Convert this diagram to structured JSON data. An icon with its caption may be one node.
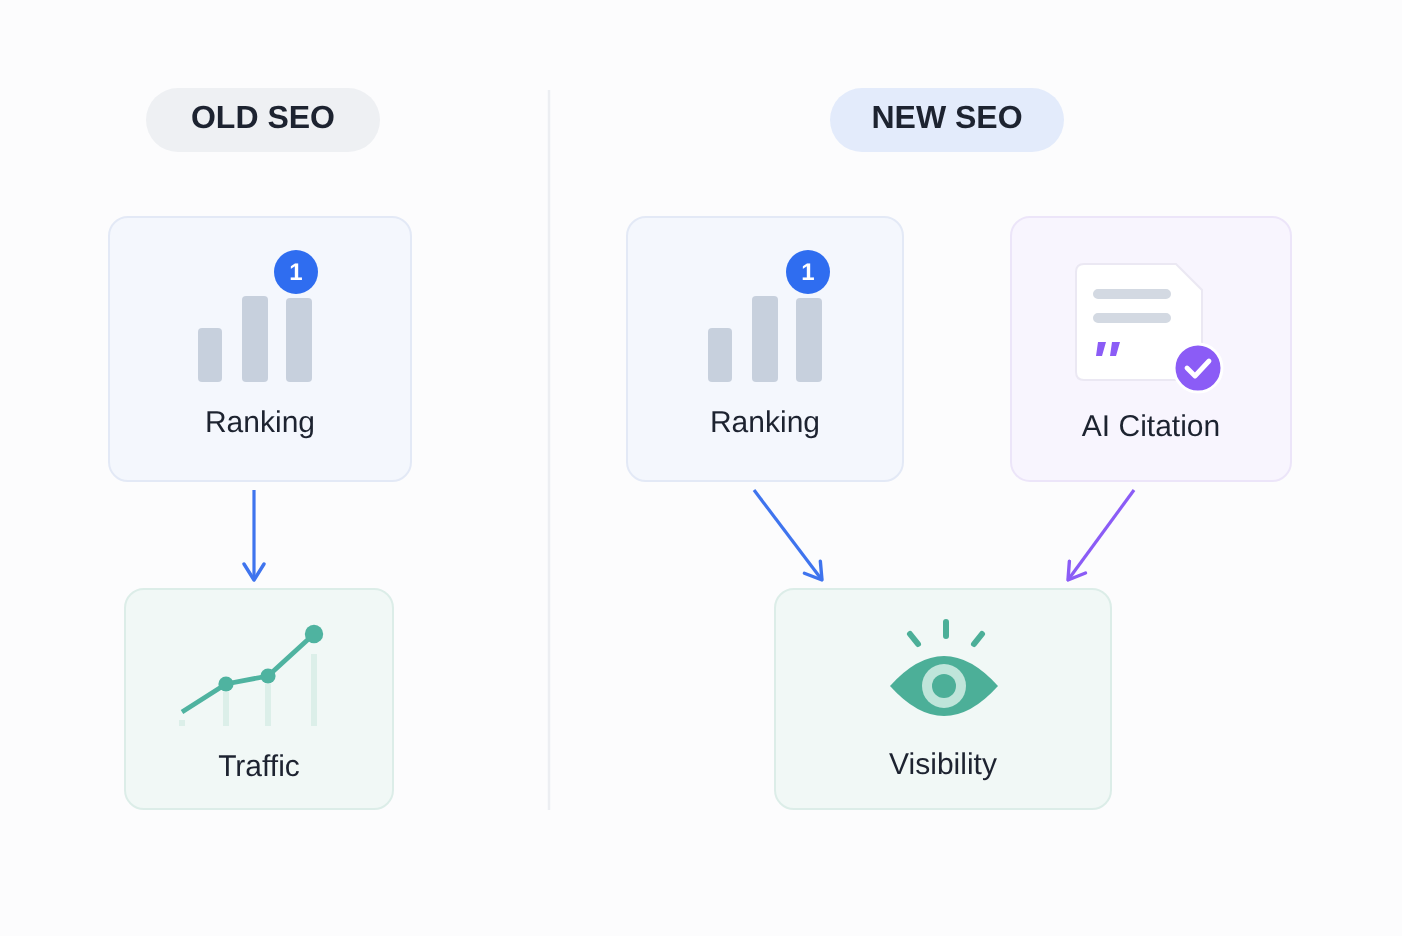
{
  "diagram": {
    "nodes": [
      {
        "text": [
          "OLD SEO"
        ]
      },
      {
        "text": [
          "NEW SEO"
        ]
      },
      {
        "text": [
          "Ranking"
        ]
      },
      {
        "text": [
          "1"
        ],
        "in": 2
      },
      {
        "text": [
          "Ranking"
        ]
      },
      {
        "text": [
          "1"
        ],
        "in": 4
      },
      {
        "text": [
          "AI Citation"
        ]
      },
      {
        "text": [
          "Traffic"
        ]
      },
      {
        "text": [
          "Visibility"
        ]
      }
    ],
    "edges": [
      {
        "from": 2,
        "to": 7,
        "arrow": "to"
      },
      {
        "from": 4,
        "to": 8,
        "arrow": "to"
      },
      {
        "from": 6,
        "to": 8,
        "arrow": "to",
        "color": "#8b5cf6"
      }
    ]
  }
}
